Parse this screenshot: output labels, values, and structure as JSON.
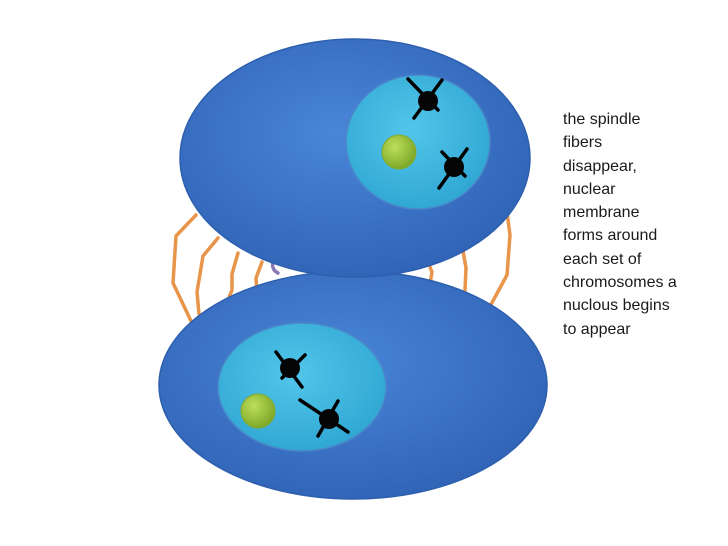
{
  "caption_lines": [
    "the spindle",
    "fibers",
    "disappear,",
    "nuclear",
    "membrane",
    "forms around",
    "each set of",
    "chromosomes a",
    "nuclous begins",
    "to appear"
  ],
  "colors": {
    "cell": "#3d74c8",
    "nucleus": "#3fb6dd",
    "nucleolus": "#9cc43a",
    "chromosome": "#000000",
    "fiber_orange": "#e8954a",
    "fiber_purple": "#8a79b8"
  }
}
